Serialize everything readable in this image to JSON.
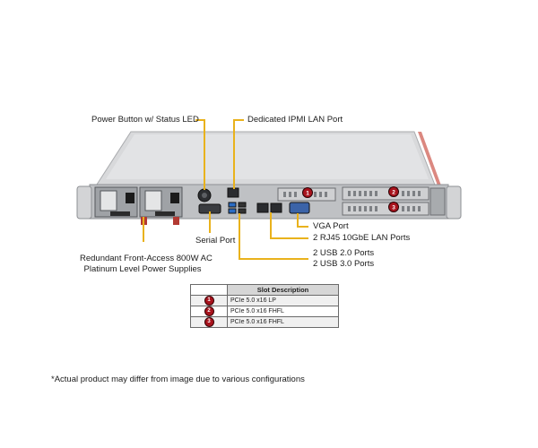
{
  "callouts": {
    "power_button": "Power Button w/ Status LED",
    "ipmi": "Dedicated IPMI  LAN Port",
    "vga": "VGA Port",
    "lan": "2 RJ45 10GbE LAN Ports",
    "usb_line1": "2 USB 2.0 Ports",
    "usb_line2": "2 USB 3.0 Ports",
    "serial": "Serial Port",
    "psu_line1": "Redundant  Front-Access  800W AC",
    "psu_line2": "Platinum Level Power Supplies"
  },
  "slot_table": {
    "header": "Slot Description",
    "rows": [
      {
        "num": "1",
        "desc": "PCIe 5.0 x16 LP"
      },
      {
        "num": "2",
        "desc": "PCIe 5.0 x16 FHFL"
      },
      {
        "num": "3",
        "desc": "PCIe 5.0 x16 FHFL"
      }
    ]
  },
  "slot_badges": [
    "1",
    "2",
    "3"
  ],
  "footnote": "*Actual product may differ from image due to various configurations",
  "colors": {
    "callout_line": "#e9b21c",
    "badge": "#a8131d",
    "chassis": "#c9cbce"
  }
}
